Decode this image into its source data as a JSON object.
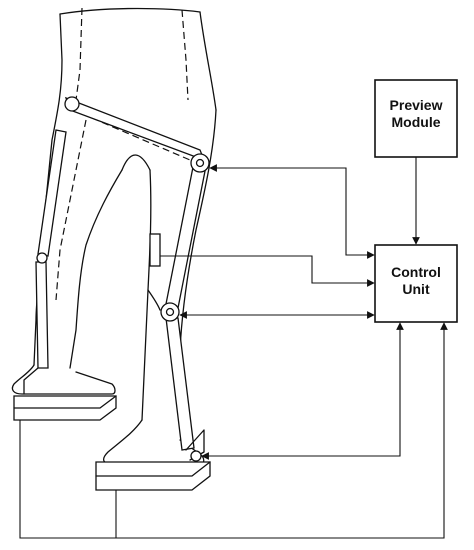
{
  "modules": {
    "preview": {
      "line1": "Preview",
      "line2": "Module"
    },
    "control": {
      "line1": "Control",
      "line2": "Unit"
    }
  },
  "colors": {
    "ink": "#111111",
    "background": "#ffffff"
  }
}
